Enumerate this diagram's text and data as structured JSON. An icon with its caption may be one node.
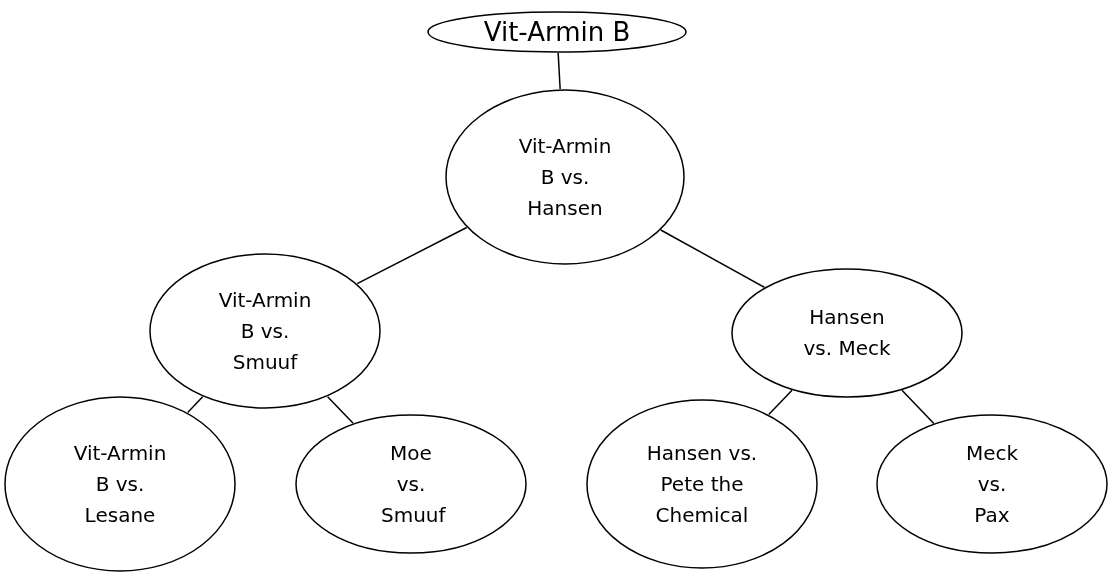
{
  "diagram": {
    "nodes": [
      {
        "text": [
          "Vit-Armin B"
        ]
      },
      {
        "text": [
          "Vit-Armin B vs. Hansen"
        ]
      },
      {
        "text": [
          "Vit-Armin B vs. Smuuf"
        ]
      },
      {
        "text": [
          "Hansen vs. Meck"
        ]
      },
      {
        "text": [
          "Vit-Armin B vs. Lesane"
        ]
      },
      {
        "text": [
          "Moe vs. Smuuf"
        ]
      },
      {
        "text": [
          "Hansen vs. Pete the Chemical"
        ]
      },
      {
        "text": [
          "Meck vs. Pax"
        ]
      }
    ],
    "edges": [
      {
        "from": 0,
        "to": 1,
        "arrow": "none"
      },
      {
        "from": 1,
        "to": 2,
        "arrow": "none"
      },
      {
        "from": 1,
        "to": 3,
        "arrow": "none"
      },
      {
        "from": 2,
        "to": 4,
        "arrow": "none"
      },
      {
        "from": 2,
        "to": 5,
        "arrow": "none"
      },
      {
        "from": 3,
        "to": 6,
        "arrow": "none"
      },
      {
        "from": 3,
        "to": 7,
        "arrow": "none"
      }
    ]
  }
}
